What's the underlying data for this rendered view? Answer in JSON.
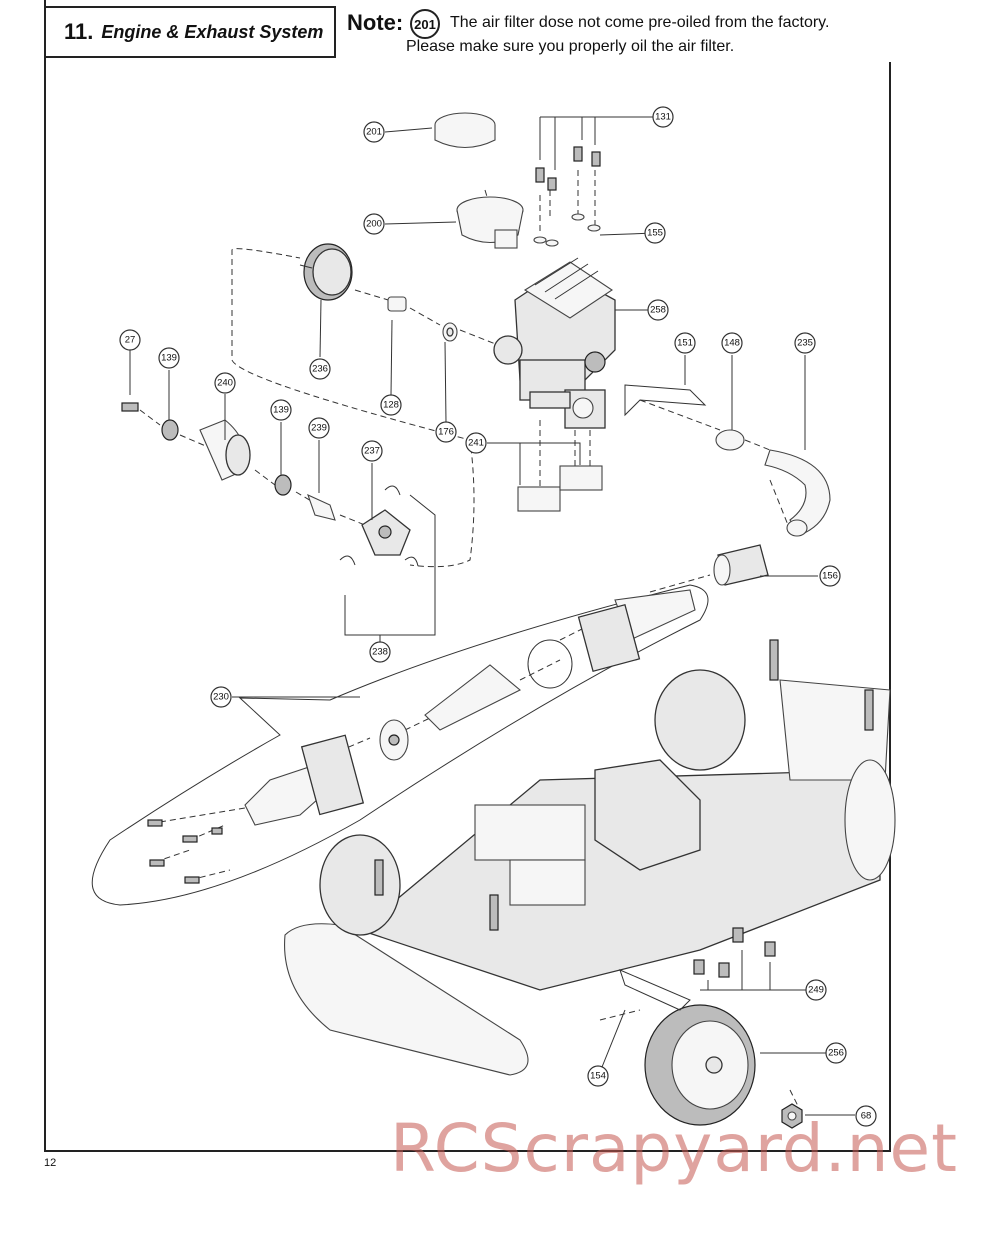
{
  "header": {
    "section_number": "11.",
    "section_title": "Engine & Exhaust System",
    "note_label": "Note:",
    "note_badge": "201",
    "note_line1": "The air filter dose not come pre-oiled from the factory.",
    "note_line2": "Please make sure you properly oil the air filter."
  },
  "page_number": "12",
  "watermark": "RCScrapyard.net",
  "callouts": [
    "131",
    "201",
    "200",
    "155",
    "258",
    "27",
    "139",
    "240",
    "236",
    "128",
    "176",
    "151",
    "148",
    "235",
    "139",
    "239",
    "237",
    "241",
    "156",
    "238",
    "230",
    "249",
    "256",
    "154",
    "68"
  ]
}
